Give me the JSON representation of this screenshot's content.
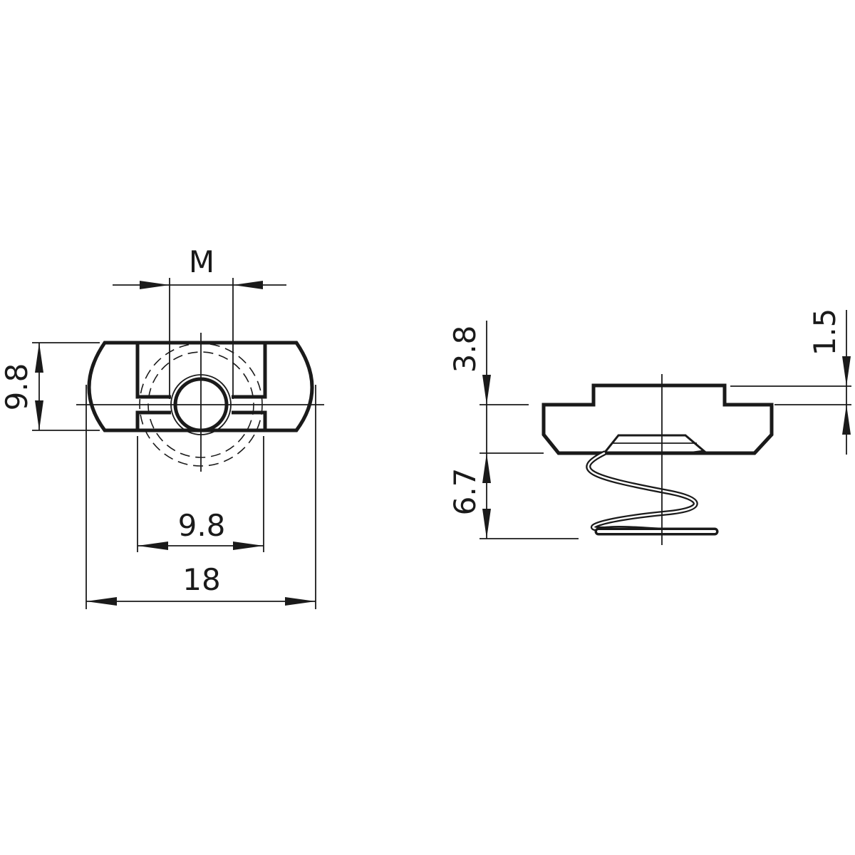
{
  "drawing": {
    "title": "Slot nut with spring - dimension drawing",
    "stroke_color": "#1a1a1a",
    "background": "#ffffff"
  },
  "front_view": {
    "labels": {
      "thread": "M",
      "height": "9.8",
      "inner_width": "9.8",
      "overall_width": "18"
    }
  },
  "side_view": {
    "labels": {
      "head_height": "3.8",
      "step_height": "1.5",
      "spring_height": "6.7"
    }
  }
}
